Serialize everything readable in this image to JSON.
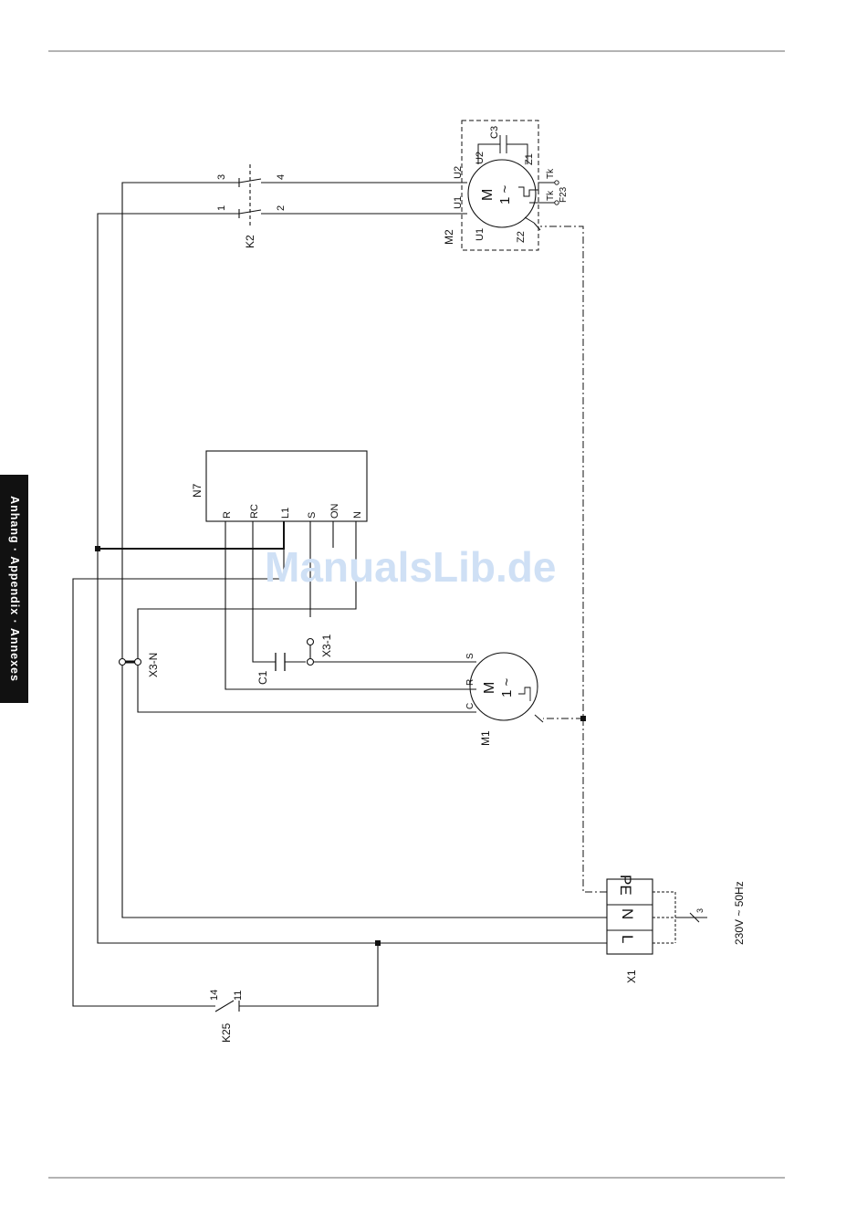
{
  "side_tab": "Anhang · Appendix · Annexes",
  "watermark": "ManualsLib.de",
  "components": {
    "k2": "K2",
    "k2_t3": "3",
    "k2_t4": "4",
    "k2_t1": "1",
    "k2_t2": "2",
    "m2": "M2",
    "m2_M": "M",
    "m2_phase": "1 ~",
    "c3": "C3",
    "u2_top": "U2",
    "z1": "Z1",
    "u2_left": "U2",
    "u1_left": "U1",
    "u1_bottom": "U1",
    "z2": "Z2",
    "tk1": "Tk",
    "tk2": "Tk",
    "f23": "F23",
    "n7": "N7",
    "n7_terminals": [
      "R",
      "RC",
      "L1",
      "S",
      "ON",
      "N"
    ],
    "x3n": "X3-N",
    "x31": "X3-1",
    "c1": "C1",
    "m1": "M1",
    "m1_M": "M",
    "m1_phase": "1 ~",
    "m1_s": "S",
    "m1_r": "R",
    "m1_c": "C",
    "x1": "X1",
    "x1_terminals": [
      "PE",
      "N",
      "L"
    ],
    "supply": "230V ~ 50Hz",
    "cable_count": "3",
    "k25": "K25",
    "k25_t14": "14",
    "k25_t11": "11"
  }
}
